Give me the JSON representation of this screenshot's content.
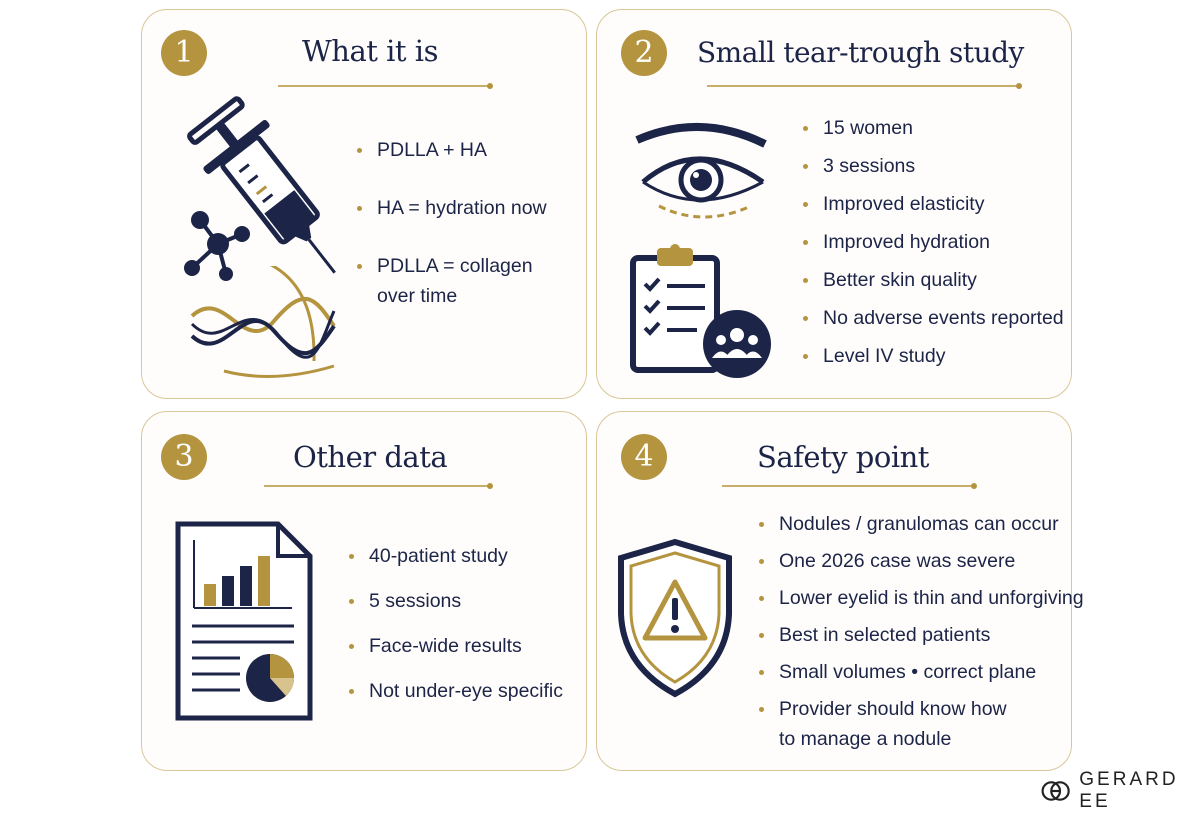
{
  "cards": [
    {
      "number": "1",
      "title": "What it is",
      "bullets": [
        "PDLLA + HA",
        "HA = hydration now",
        "PDLLA = collagen",
        "over time"
      ],
      "icons": [
        "syringe-icon",
        "molecule-icon",
        "collagen-fiber-icon"
      ]
    },
    {
      "number": "2",
      "title": "Small tear-trough study",
      "bullets": [
        "15 women",
        "3 sessions",
        "Improved elasticity",
        "Improved hydration",
        "Better skin quality",
        "No adverse events reported",
        "Level IV study"
      ],
      "icons": [
        "eye-icon",
        "clipboard-checklist-icon",
        "group-people-icon"
      ]
    },
    {
      "number": "3",
      "title": "Other data",
      "bullets": [
        "40-patient study",
        "5 sessions",
        "Face-wide results",
        "Not under-eye specific"
      ],
      "icons": [
        "report-chart-icon"
      ]
    },
    {
      "number": "4",
      "title": "Safety point",
      "bullets": [
        "Nodules / granulomas can occur",
        "One 2026 case was severe",
        "Lower eyelid is thin and unforgiving",
        "Best in selected patients",
        "Small volumes • correct plane",
        "Provider should know how",
        "to manage a nodule"
      ],
      "icons": [
        "warning-shield-icon"
      ]
    }
  ],
  "brand": {
    "text": "GERARD EE",
    "icon": "ge-monogram-icon"
  },
  "colors": {
    "navy": "#1c2447",
    "gold": "#b4943f",
    "border": "#d9c79a"
  }
}
